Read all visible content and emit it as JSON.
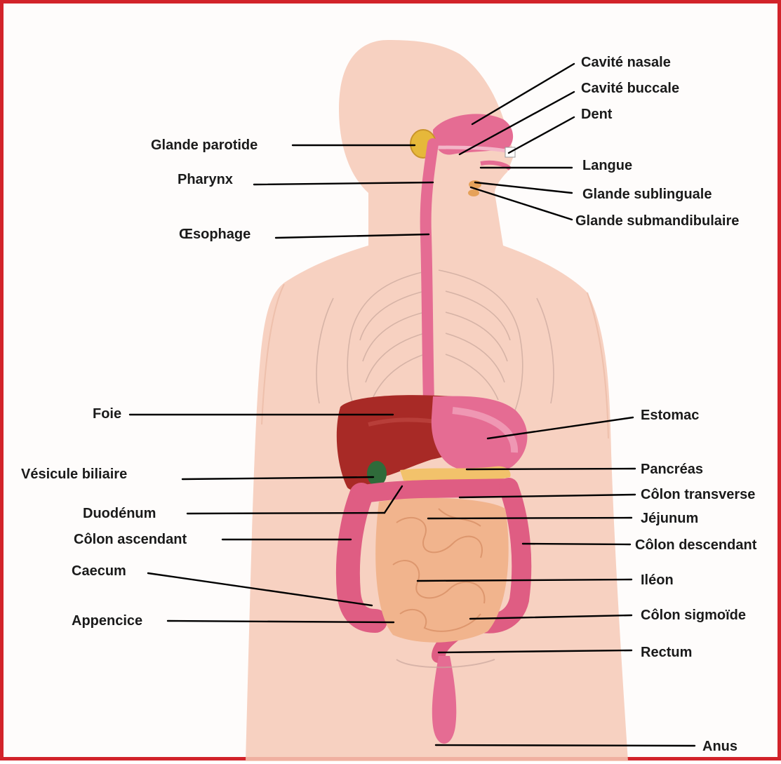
{
  "colors": {
    "frame": "#d2232a",
    "skin": "#f6c9b6",
    "tract": "#e56c93",
    "liver": "#a82a26",
    "small_intestine": "#f1b48d",
    "colon": "#df5d83"
  },
  "labels": {
    "cavite_nasale": "Cavité nasale",
    "cavite_buccale": "Cavité buccale",
    "dent": "Dent",
    "glande_parotide": "Glande parotide",
    "pharynx": "Pharynx",
    "langue": "Langue",
    "glande_sublinguale": "Glande sublinguale",
    "glande_submandibulaire": "Glande submandibulaire",
    "oesophage": "Œsophage",
    "foie": "Foie",
    "estomac": "Estomac",
    "vesicule_biliaire": "Vésicule biliaire",
    "pancreas": "Pancréas",
    "colon_transverse": "Côlon transverse",
    "duodenum": "Duodénum",
    "jejunum": "Jéjunum",
    "colon_ascendant": "Côlon ascendant",
    "colon_descendant": "Côlon descendant",
    "caecum": "Caecum",
    "ileon": "Iléon",
    "appencice": "Appencice",
    "colon_sigmoide": "Côlon sigmoïde",
    "rectum": "Rectum",
    "anus": "Anus"
  }
}
